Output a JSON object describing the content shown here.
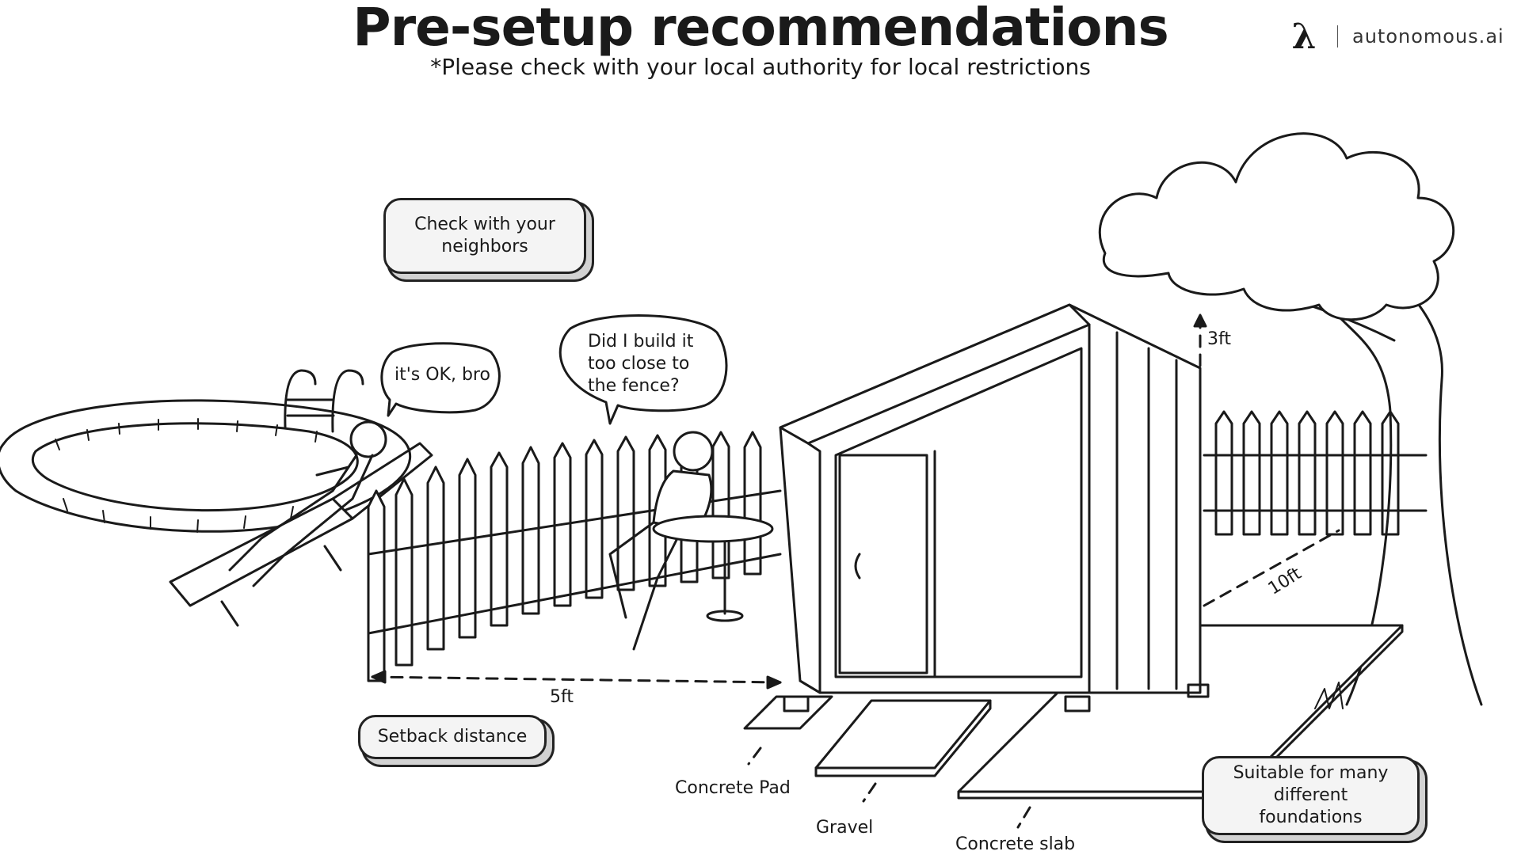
{
  "header": {
    "title": "Pre-setup recommendations",
    "subtitle": "*Please check with your local authority for local restrictions"
  },
  "brand": {
    "logo_glyph": "λ",
    "name": "autonomous.ai"
  },
  "callouts": {
    "neighbors": "Check with your neighbors",
    "setback": "Setback distance",
    "foundations": "Suitable for many different foundations"
  },
  "speech": {
    "neighbor": "it's OK, bro",
    "owner": "Did I build it too close to the fence?"
  },
  "measurements": {
    "top_clearance": "3ft",
    "back_clearance": "10ft",
    "side_setback": "5ft"
  },
  "foundations": {
    "pad": "Concrete Pad",
    "gravel": "Gravel",
    "slab": "Concrete slab"
  },
  "colors": {
    "ink": "#1a1a1a",
    "paper": "#ffffff",
    "pill_fill": "#f4f4f4"
  }
}
